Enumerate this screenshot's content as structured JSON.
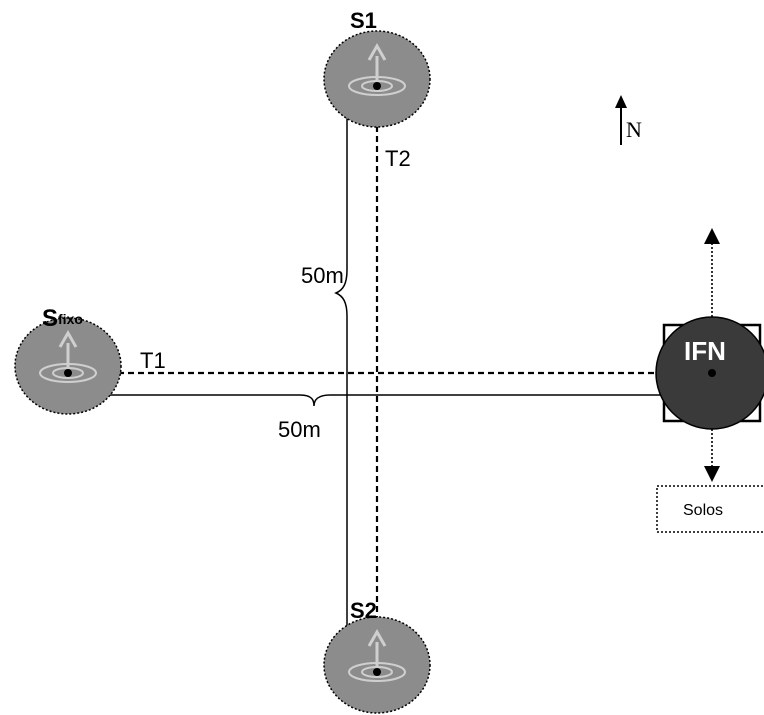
{
  "labels": {
    "s1": "S1",
    "s2": "S2",
    "sfixo_main": "S",
    "sfixo_sub": "fixo",
    "t1": "T1",
    "t2": "T2",
    "dist_vertical": "50m",
    "dist_horizontal": "50m",
    "north": "N",
    "ifn": "IFN",
    "solos": "Solos"
  },
  "colors": {
    "plot_fill": "#8c8c8c",
    "ifn_fill": "#3a3a3a",
    "marker_grey": "#cfcfcf",
    "line": "#000000",
    "ifn_text": "#ffffff"
  }
}
